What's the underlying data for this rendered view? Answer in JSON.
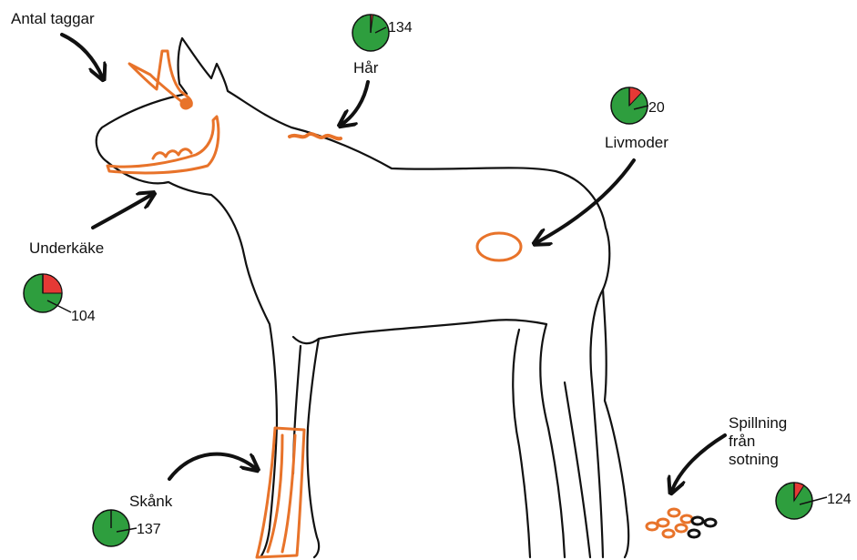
{
  "colors": {
    "pie_green": "#2e9e3e",
    "pie_red": "#e53935",
    "highlight_orange": "#e8732a",
    "outline": "#111111"
  },
  "labels": {
    "antlers": "Antal taggar",
    "hair": "Hår",
    "uterus": "Livmoder",
    "jaw": "Underkäke",
    "shank": "Skånk",
    "dung_line1": "Spillning",
    "dung_line2": "från",
    "dung_line3": "sotning"
  },
  "samples": {
    "hair": {
      "count": "134",
      "red_fraction": 0.02
    },
    "uterus": {
      "count": "20",
      "red_fraction": 0.12
    },
    "jaw": {
      "count": "104",
      "red_fraction": 0.25
    },
    "shank": {
      "count": "137",
      "red_fraction": 0.0
    },
    "dung": {
      "count": "124",
      "red_fraction": 0.09
    }
  }
}
